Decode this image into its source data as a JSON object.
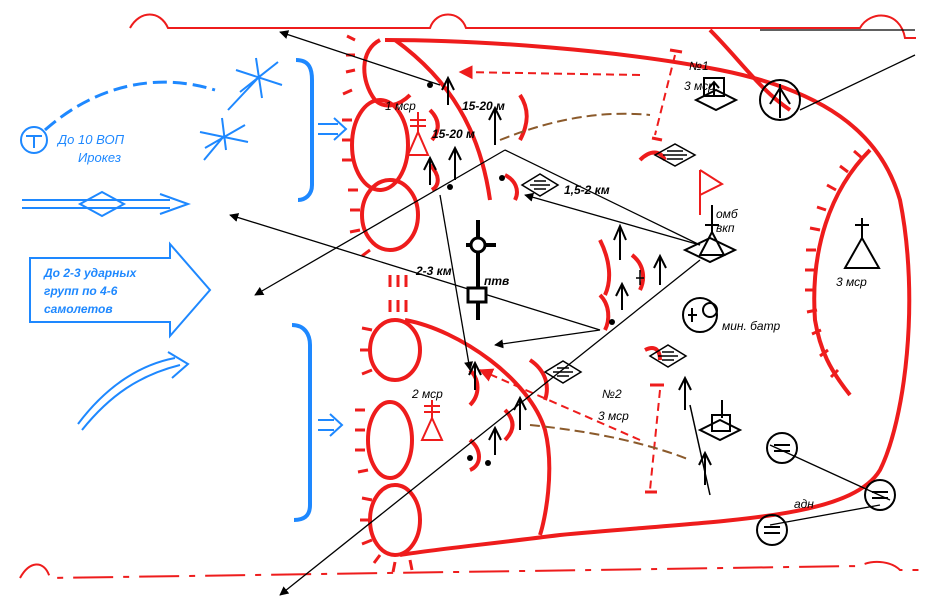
{
  "labels": {
    "vop": "До 10 ВОП",
    "irokez": "Ирокез",
    "strike_line1": "До 2-3 ударных",
    "strike_line2": "групп по 4-6",
    "strike_line3": "самолетов",
    "no1": "№1",
    "msr3_top": "3 мср",
    "msr1": "1 мср",
    "dist1": "15-20 м",
    "dist2": "15-20 м",
    "dist3": "1,5-2 км",
    "omb": "омб",
    "vkp": "вкп",
    "dist4": "2-3 км",
    "ptv": "птв",
    "msr3_right": "3 мср",
    "min_batr": "мин. батр",
    "msr2": "2 мср",
    "no2": "№2",
    "msr3_bottom": "3 мср",
    "adn": "адн"
  },
  "colors": {
    "friendly": "#ee1c1c",
    "enemy": "#1e88ff",
    "neutral": "#000000",
    "route": "#8b5a2b"
  }
}
